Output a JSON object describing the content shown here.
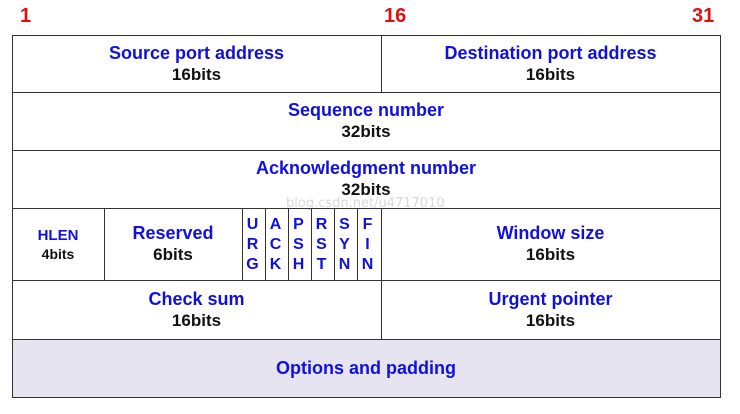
{
  "bit_markers": {
    "start": "1",
    "middle": "16",
    "end": "31"
  },
  "fields": {
    "source_port": {
      "name": "Source port address",
      "bits": "16bits"
    },
    "dest_port": {
      "name": "Destination port address",
      "bits": "16bits"
    },
    "sequence": {
      "name": "Sequence number",
      "bits": "32bits"
    },
    "ack": {
      "name": "Acknowledgment number",
      "bits": "32bits"
    },
    "hlen": {
      "name": "HLEN",
      "bits": "4bits"
    },
    "reserved": {
      "name": "Reserved",
      "bits": "6bits"
    },
    "window": {
      "name": "Window size",
      "bits": "16bits"
    },
    "checksum": {
      "name": "Check sum",
      "bits": "16bits"
    },
    "urgent": {
      "name": "Urgent pointer",
      "bits": "16bits"
    },
    "options": {
      "name": "Options and padding"
    }
  },
  "flags": [
    {
      "name": "URG",
      "letters": [
        "U",
        "R",
        "G"
      ]
    },
    {
      "name": "ACK",
      "letters": [
        "A",
        "C",
        "K"
      ]
    },
    {
      "name": "PSH",
      "letters": [
        "P",
        "S",
        "H"
      ]
    },
    {
      "name": "RST",
      "letters": [
        "R",
        "S",
        "T"
      ]
    },
    {
      "name": "SYN",
      "letters": [
        "S",
        "Y",
        "N"
      ]
    },
    {
      "name": "FIN",
      "letters": [
        "F",
        "I",
        "N"
      ]
    }
  ],
  "watermark": "blog.csdn.net/u4717010",
  "colors": {
    "field_name": "#1010e0",
    "bit_count": "#111111",
    "bit_marker": "#e01010",
    "options_bg": "#e6e4f0",
    "border": "#333333"
  }
}
